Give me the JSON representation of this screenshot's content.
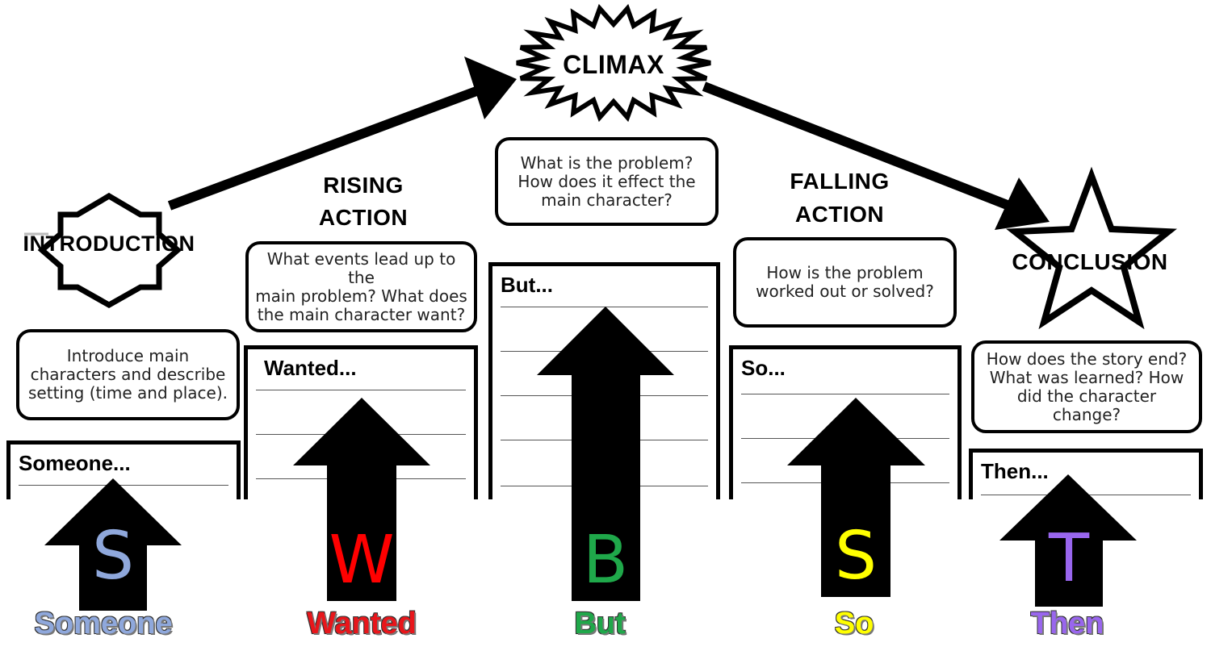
{
  "headings": {
    "climax": "CLIMAX",
    "introduction": "INTRODUCTION",
    "rising_line1": "RISING",
    "rising_line2": "ACTION",
    "falling_line1": "FALLING",
    "falling_line2": "ACTION",
    "conclusion": "CONCLUSION"
  },
  "questions": {
    "introduction": "Introduce main\ncharacters and describe\nsetting (time and place).",
    "rising": "What events lead up to the\nmain problem?  What does\nthe main character want?",
    "climax": "What is the problem?\nHow does it effect the\nmain character?",
    "falling": "How is the problem\nworked out or solved?",
    "conclusion": "How does the story end?\nWhat was learned?  How\ndid the character change?"
  },
  "writing_labels": {
    "someone": "Someone...",
    "wanted": "Wanted...",
    "but": "But...",
    "so": "So...",
    "then": "Then..."
  },
  "letters": [
    {
      "char": "S",
      "color": "#8fa8dc"
    },
    {
      "char": "W",
      "color": "#ff0000"
    },
    {
      "char": "B",
      "color": "#1fa84a"
    },
    {
      "char": "S",
      "color": "#ffff00"
    },
    {
      "char": "T",
      "color": "#9966ee"
    }
  ],
  "bottom_words": [
    {
      "text": "Someone",
      "color": "#8fa8dc"
    },
    {
      "text": "Wanted",
      "color": "#e8161b"
    },
    {
      "text": "But",
      "color": "#1fa84a"
    },
    {
      "text": "So",
      "color": "#ffff00"
    },
    {
      "text": "Then",
      "color": "#9966ee"
    }
  ]
}
